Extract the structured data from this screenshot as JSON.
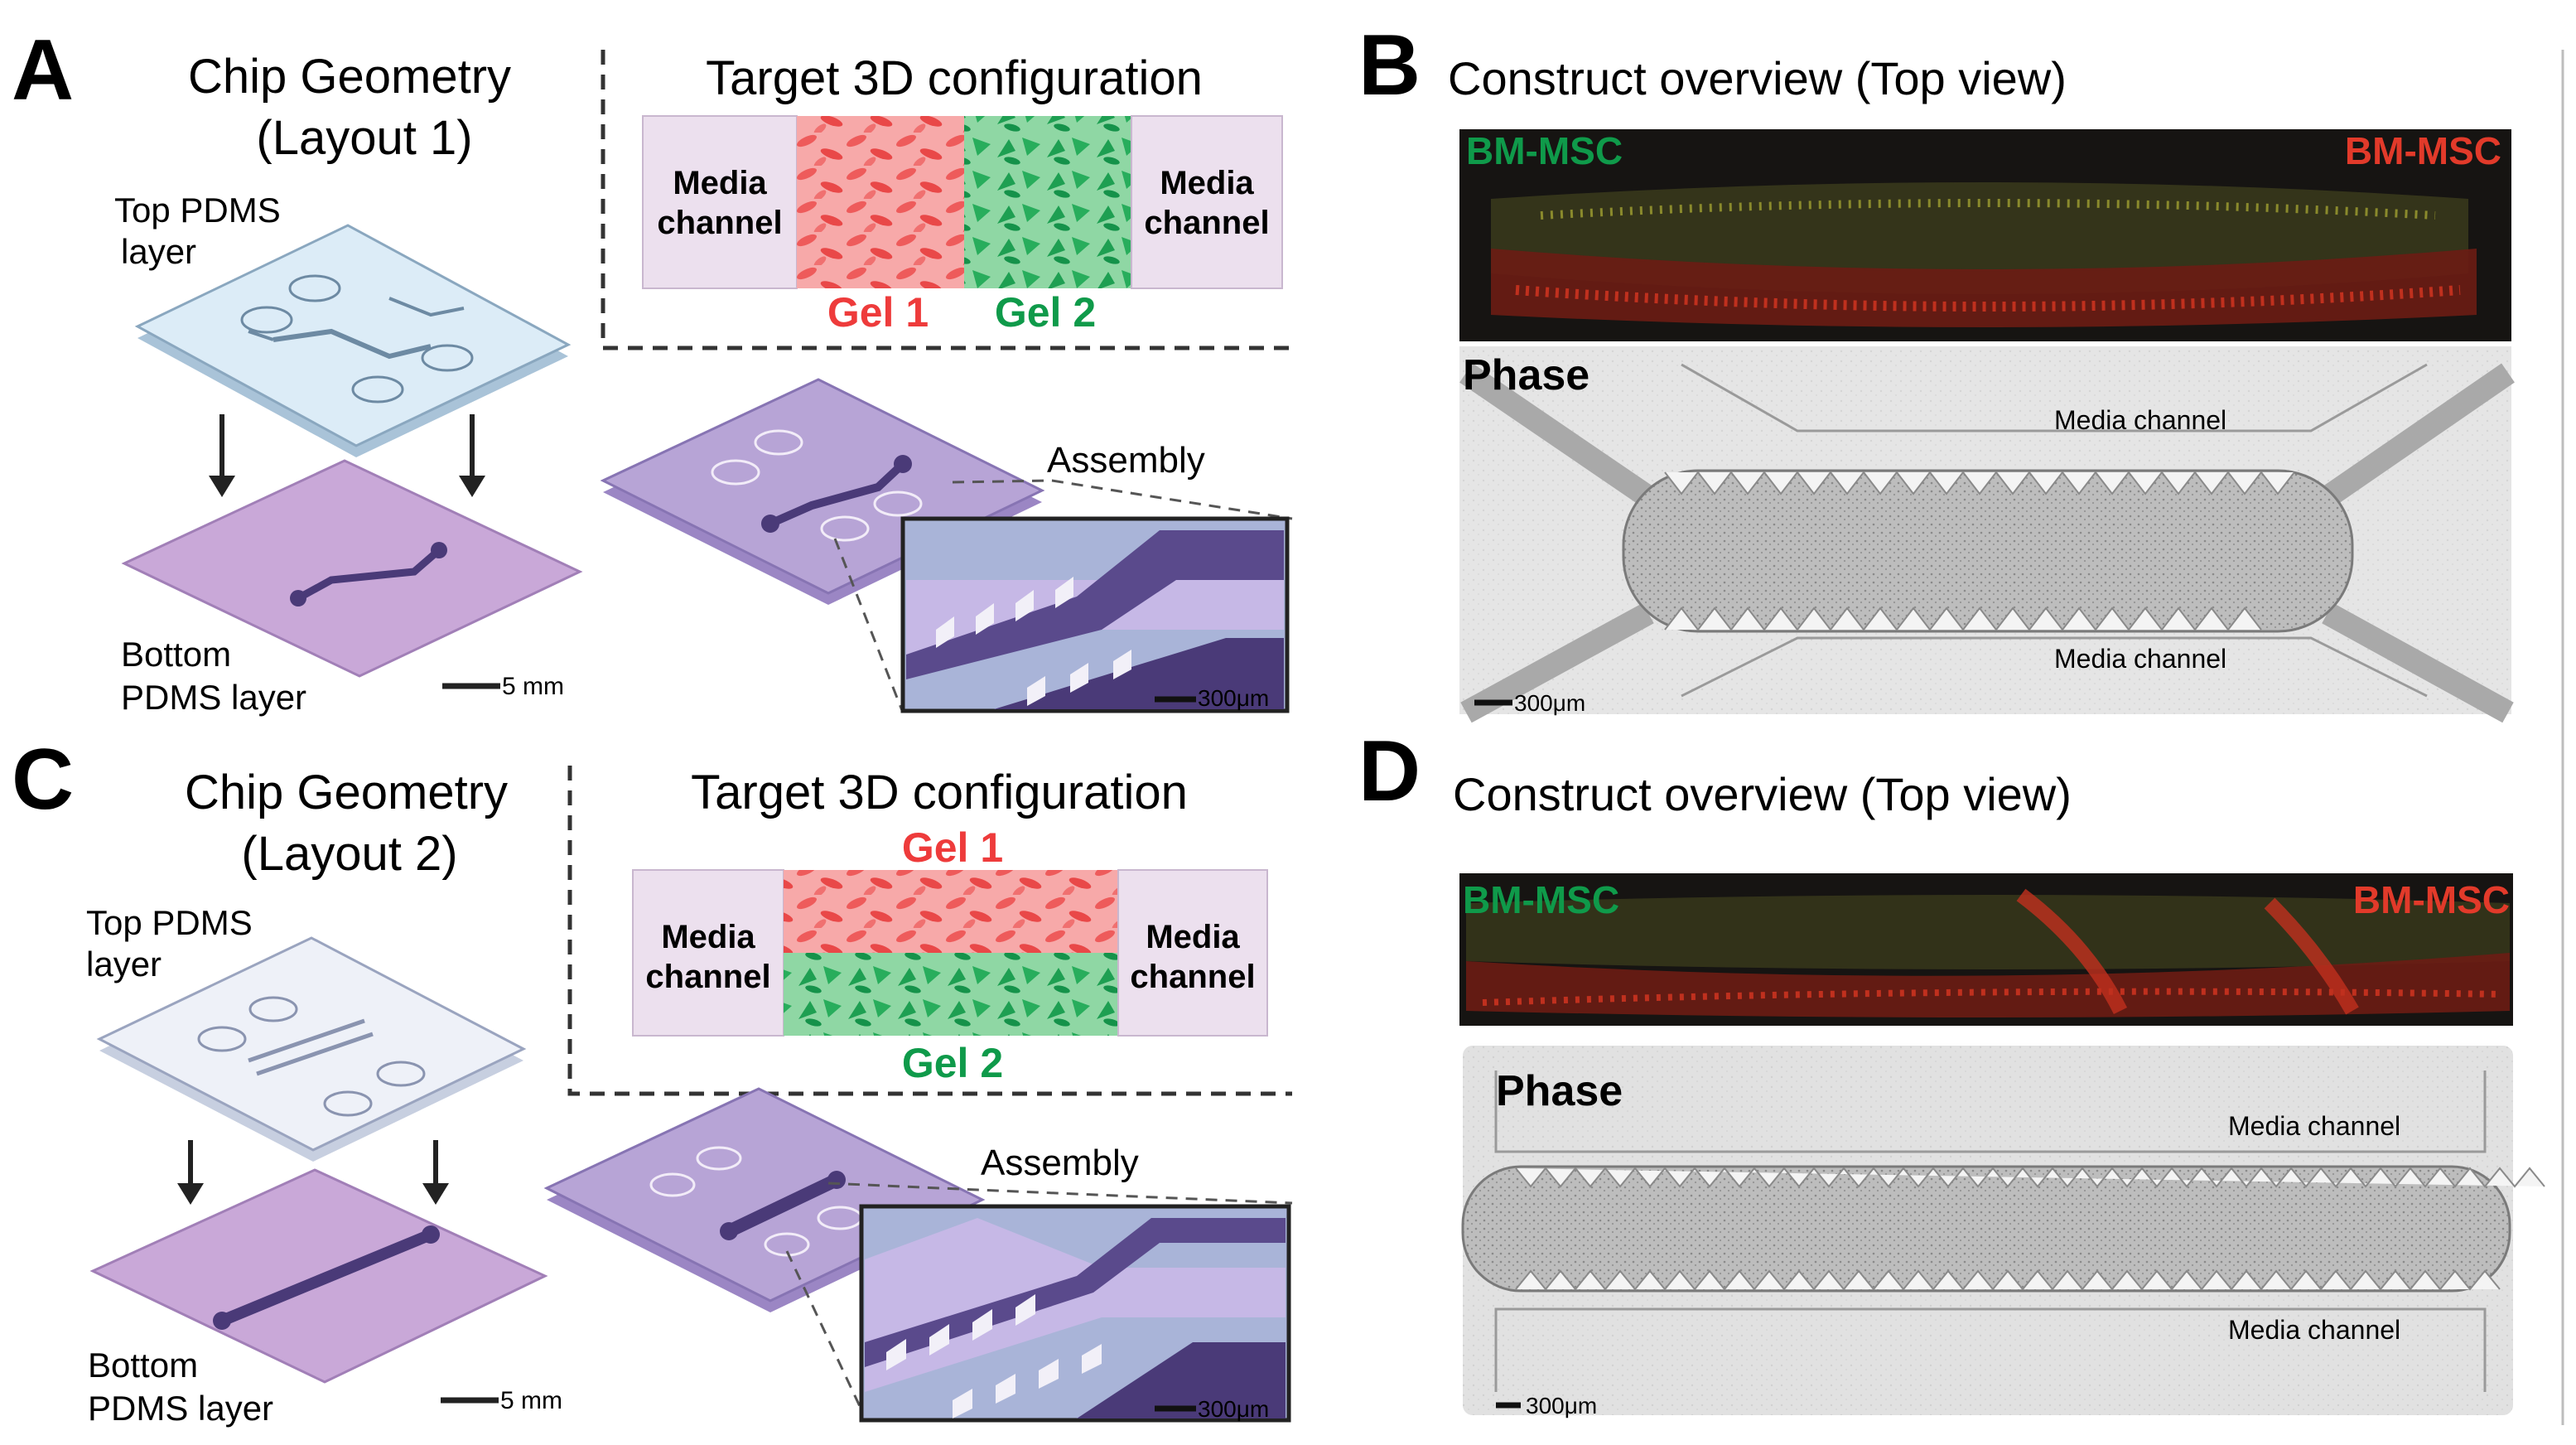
{
  "colors": {
    "gel1": "#ee3b3b",
    "gel2": "#0f9a4a",
    "media": "#ece0ee",
    "chip_top": "#dcecf7",
    "chip_bottom": "#c9a8d8",
    "chip_assembly": "#b7a4d6",
    "channel_dark": "#4a3a78",
    "fluor_bg": "#161412"
  },
  "panel_a": {
    "letter": "A",
    "title_line1": "Chip Geometry",
    "title_line2": "(Layout 1)",
    "config_title": "Target 3D configuration",
    "media_left_1": "Media",
    "media_left_2": "channel",
    "media_right_1": "Media",
    "media_right_2": "channel",
    "gel1": "Gel 1",
    "gel2": "Gel 2",
    "top_layer_1": "Top PDMS",
    "top_layer_2": "layer",
    "bottom_layer_1": "Bottom",
    "bottom_layer_2": "PDMS layer",
    "assembly": "Assembly",
    "scale_mm": "5 mm",
    "scale_um": "300μm"
  },
  "panel_b": {
    "letter": "B",
    "title": "Construct overview (Top view)",
    "label_green": "BM-MSC",
    "label_red": "BM-MSC",
    "phase": "Phase",
    "media_top": "Media channel",
    "media_bottom": "Media channel",
    "scale_um": "300μm"
  },
  "panel_c": {
    "letter": "C",
    "title_line1": "Chip Geometry",
    "title_line2": "(Layout 2)",
    "config_title": "Target 3D configuration",
    "gel1": "Gel 1",
    "gel2": "Gel 2",
    "media_left_1": "Media",
    "media_left_2": "channel",
    "media_right_1": "Media",
    "media_right_2": "channel",
    "top_layer_1": "Top PDMS",
    "top_layer_2": "layer",
    "bottom_layer_1": "Bottom",
    "bottom_layer_2": "PDMS layer",
    "assembly": "Assembly",
    "scale_mm": "5 mm",
    "scale_um": "300μm"
  },
  "panel_d": {
    "letter": "D",
    "title": "Construct overview (Top view)",
    "label_green": "BM-MSC",
    "label_red": "BM-MSC",
    "phase": "Phase",
    "media_top": "Media channel",
    "media_bottom": "Media channel",
    "scale_um": "300μm"
  }
}
